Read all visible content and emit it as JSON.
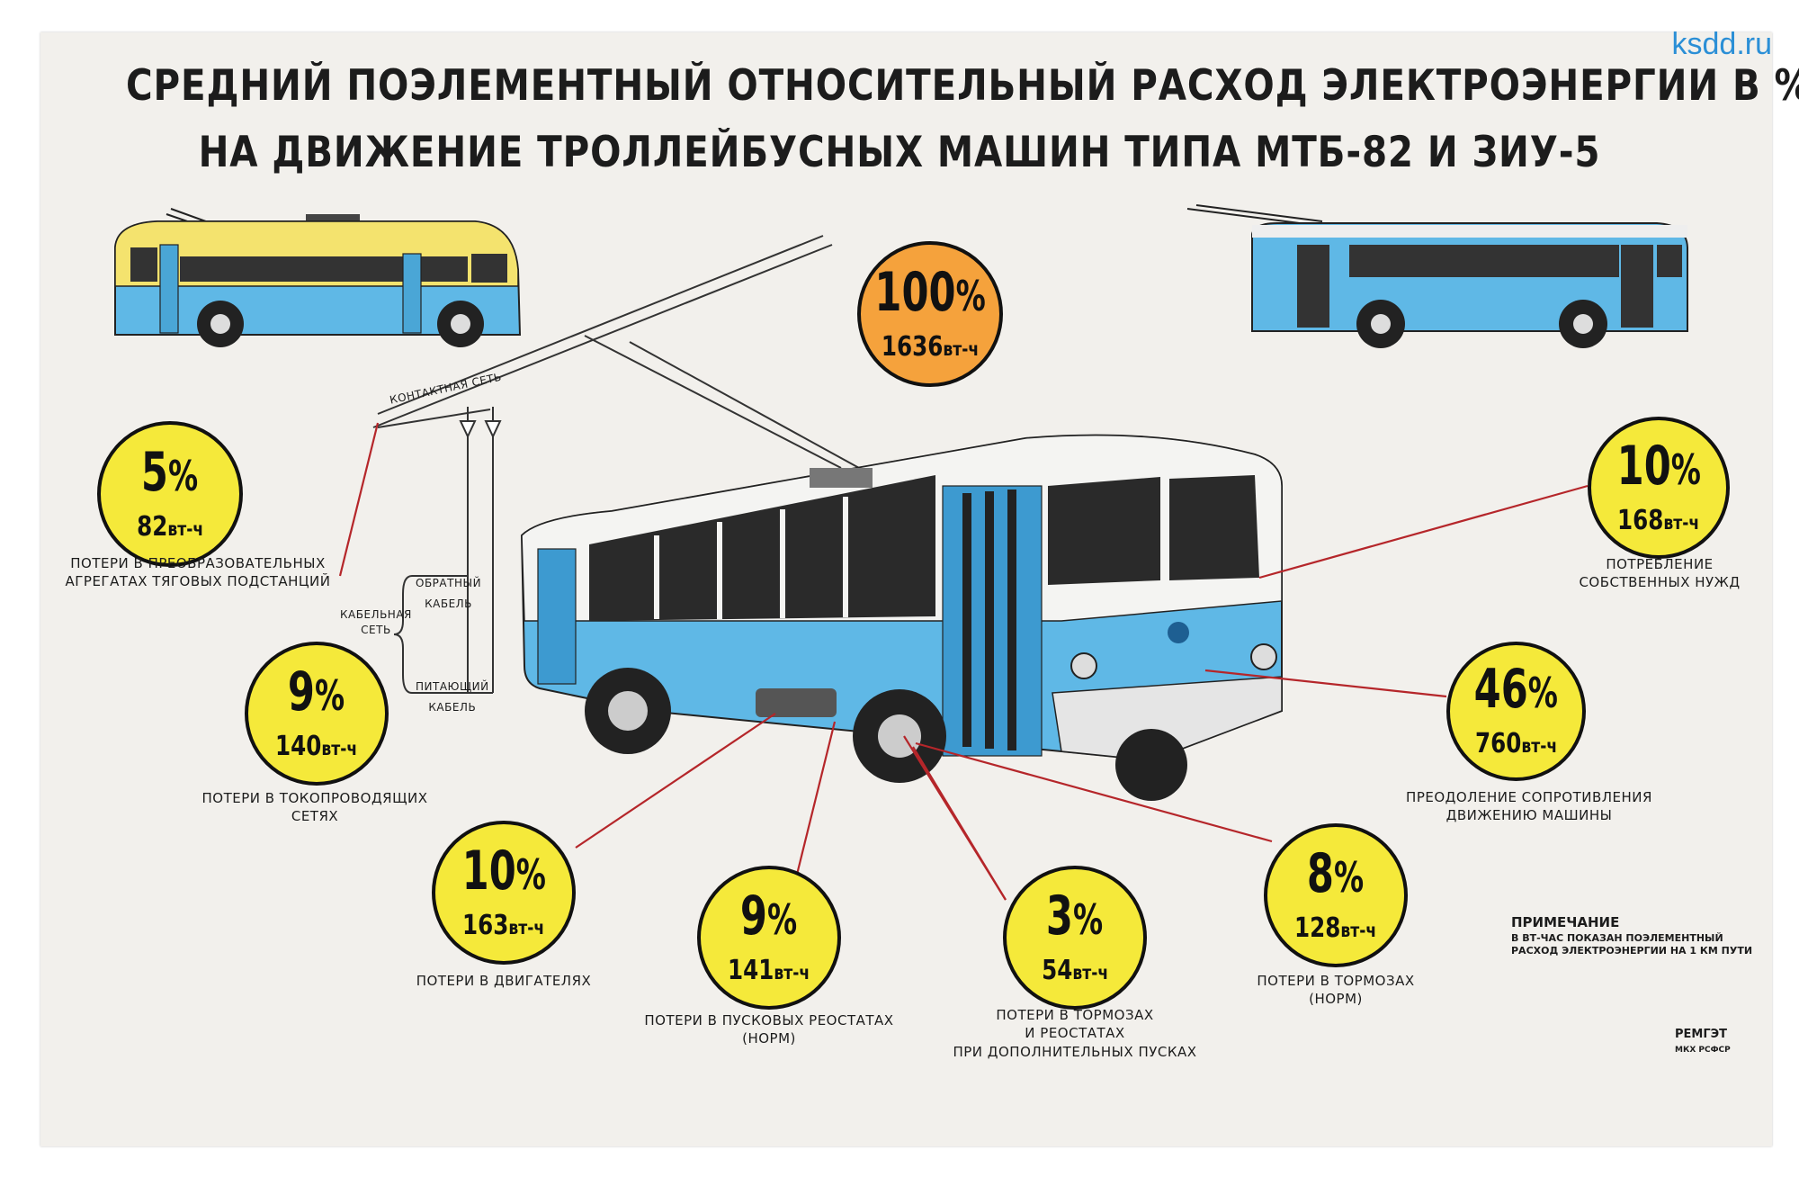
{
  "watermark": "ksdd.ru",
  "title": {
    "line1": "СРЕДНИЙ ПОЭЛЕМЕНТНЫЙ ОТНОСИТЕЛЬНЫЙ РАСХОД ЭЛЕКТРОЭНЕРГИИ В %%",
    "line2": "НА ДВИЖЕНИЕ ТРОЛЛЕЙБУСНЫХ МАШИН ТИПА МТБ-82 И ЗИУ-5"
  },
  "total": {
    "percent": "100",
    "value": "1636",
    "unit": "вт-ч"
  },
  "items": [
    {
      "id": "substations",
      "percent": "5",
      "value": "82",
      "unit": "вт-ч",
      "label": "ПОТЕРИ В ПРЕОБРАЗОВАТЕЛЬНЫХ\nАГРЕГАТАХ ТЯГОВЫХ ПОДСТАНЦИЙ"
    },
    {
      "id": "networks",
      "percent": "9",
      "value": "140",
      "unit": "вт-ч",
      "label": "ПОТЕРИ В ТОКОПРОВОДЯЩИХ\nСЕТЯХ"
    },
    {
      "id": "motors",
      "percent": "10",
      "value": "163",
      "unit": "вт-ч",
      "label": "ПОТЕРИ В ДВИГАТЕЛЯХ"
    },
    {
      "id": "start-rheostats",
      "percent": "9",
      "value": "141",
      "unit": "вт-ч",
      "label": "ПОТЕРИ В ПУСКОВЫХ РЕОСТАТАХ\n(НОРМ)"
    },
    {
      "id": "extra-starts",
      "percent": "3",
      "value": "54",
      "unit": "вт-ч",
      "label": "ПОТЕРИ В ТОРМОЗАХ\nИ РЕОСТАТАХ\nПРИ ДОПОЛНИТЕЛЬНЫХ ПУСКАХ"
    },
    {
      "id": "brakes",
      "percent": "8",
      "value": "128",
      "unit": "вт-ч",
      "label": "ПОТЕРИ В ТОРМОЗАХ\n(НОРМ)"
    },
    {
      "id": "resistance",
      "percent": "46",
      "value": "760",
      "unit": "вт-ч",
      "label": "ПРЕОДОЛЕНИЕ СОПРОТИВЛЕНИЯ\nДВИЖЕНИЮ МАШИНЫ"
    },
    {
      "id": "own-needs",
      "percent": "10",
      "value": "168",
      "unit": "вт-ч",
      "label": "ПОТРЕБЛЕНИЕ\nСОБСТВЕННЫХ НУЖД"
    }
  ],
  "network_labels": {
    "contact": "КОНТАКТНАЯ СЕТЬ",
    "cable_network": "КАБЕЛЬНАЯ\nСЕТЬ",
    "return_cable": "ОБРАТНЫЙ\nКАБЕЛЬ",
    "feed_cable": "ПИТАЮЩИЙ\nКАБЕЛЬ"
  },
  "note": {
    "heading": "ПРИМЕЧАНИЕ",
    "text": "В ВТ-ЧАС ПОКАЗАН ПОЭЛЕМЕНТНЫЙ\nРАСХОД ЭЛЕКТРОЭНЕРГИИ НА 1 КМ ПУТИ"
  },
  "publisher": {
    "name": "РЕМГЭТ",
    "org": "МКХ РСФСР"
  },
  "colors": {
    "circle_yellow": "#f5e93a",
    "circle_orange": "#f5a23c",
    "bus_blue": "#5fb8e6",
    "bus_yellow": "#f4e36e",
    "leader_red": "#b5262a"
  }
}
